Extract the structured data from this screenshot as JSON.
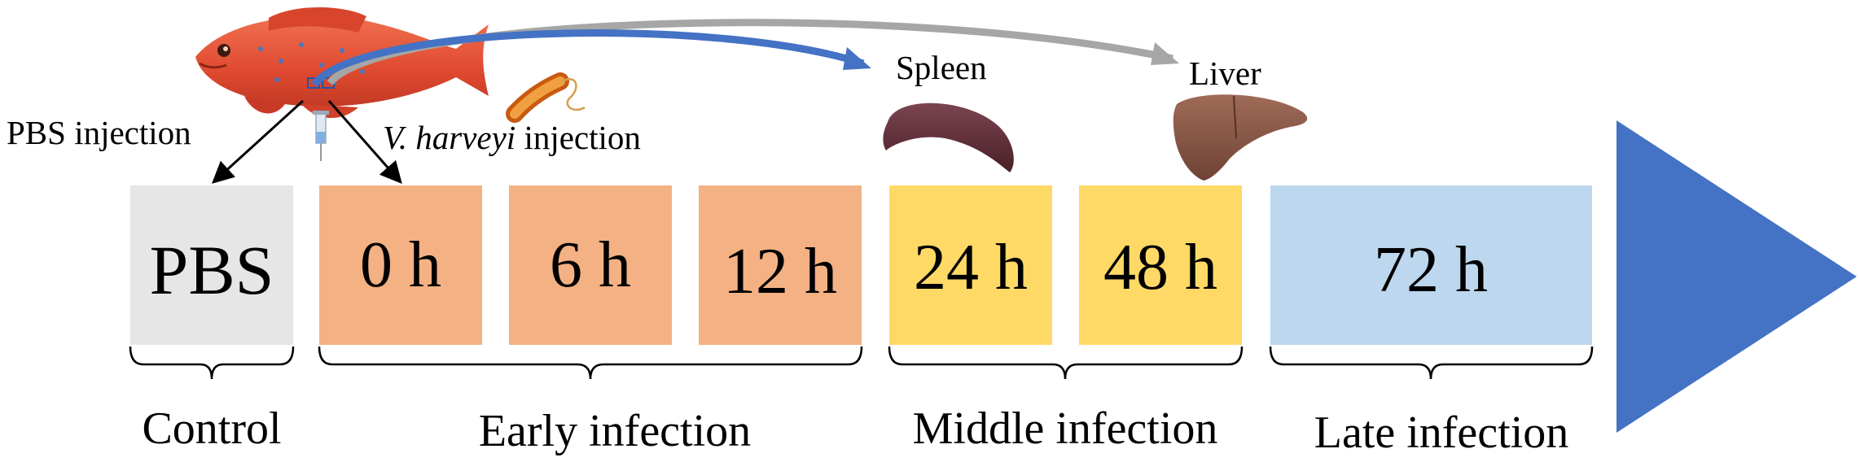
{
  "labels": {
    "pbs_injection": "PBS injection",
    "vh_italic": "V. harveyi",
    "vh_rest": " injection",
    "spleen": "Spleen",
    "liver": "Liver"
  },
  "timepoints": [
    {
      "label": "PBS",
      "color": "#e6e6e6"
    },
    {
      "label": "0 h",
      "color": "#f4b183"
    },
    {
      "label": "6 h",
      "color": "#f4b183"
    },
    {
      "label": "12 h",
      "color": "#f4b183"
    },
    {
      "label": "24 h",
      "color": "#ffd966"
    },
    {
      "label": "48 h",
      "color": "#ffd966"
    },
    {
      "label": "72 h",
      "color": "#bdd7ee"
    }
  ],
  "stages": {
    "control": "Control",
    "early": "Early infection",
    "middle": "Middle infection",
    "late": "Late infection"
  },
  "colors": {
    "arrow_blue": "#4472c4",
    "arrow_gray": "#a6a6a6",
    "fish": "#e8553a",
    "spleen": "#5a2d35",
    "liver": "#8b5a4a"
  },
  "icons": {
    "fish": "grouper-fish-icon",
    "syringe": "syringe-icon",
    "bacterium": "vibrio-bacterium-icon",
    "spleen": "spleen-organ-icon",
    "liver": "liver-organ-icon"
  }
}
